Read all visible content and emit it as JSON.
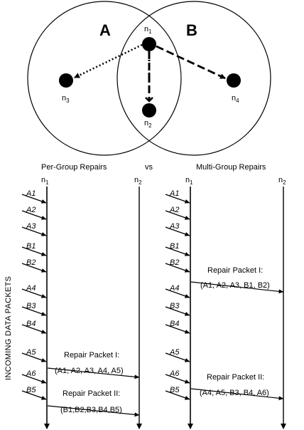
{
  "venn": {
    "label_a": "A",
    "label_b": "B",
    "nodes": [
      {
        "id": "n1",
        "name": "n",
        "sub": "1"
      },
      {
        "id": "n2",
        "name": "n",
        "sub": "2"
      },
      {
        "id": "n3",
        "name": "n",
        "sub": "3"
      },
      {
        "id": "n4",
        "name": "n",
        "sub": "4"
      }
    ]
  },
  "per_group": {
    "title": "Per-Group Repairs",
    "left_node": {
      "name": "n",
      "sub": "1"
    },
    "right_node": {
      "name": "n",
      "sub": "2"
    },
    "packets": [
      "A1",
      "A2",
      "A3",
      "B1",
      "B2",
      "A4",
      "B3",
      "B4",
      "A5",
      "A6",
      "B5"
    ],
    "repairs": [
      {
        "title": "Repair Packet I:",
        "content": "(A1, A2, A3, A4, A5)"
      },
      {
        "title": "Repair Packet II:",
        "content": "(B1,B2,B3,B4,B5)"
      }
    ]
  },
  "vs_label": "vs",
  "multi_group": {
    "title": "Multi-Group Repairs",
    "left_node": {
      "name": "n",
      "sub": "1"
    },
    "right_node": {
      "name": "n",
      "sub": "2"
    },
    "packets": [
      "A1",
      "A2",
      "A3",
      "B1",
      "B2",
      "A4",
      "B3",
      "B4",
      "A5",
      "A6",
      "B5"
    ],
    "repairs": [
      {
        "title": "Repair Packet I:",
        "content": "(A1, A2, A3, B1, B2)"
      },
      {
        "title": "Repair Packet II:",
        "content": "(A4, A5, B3, B4, A6)"
      }
    ]
  },
  "side_label": "INCOMING DATA PACKETS"
}
